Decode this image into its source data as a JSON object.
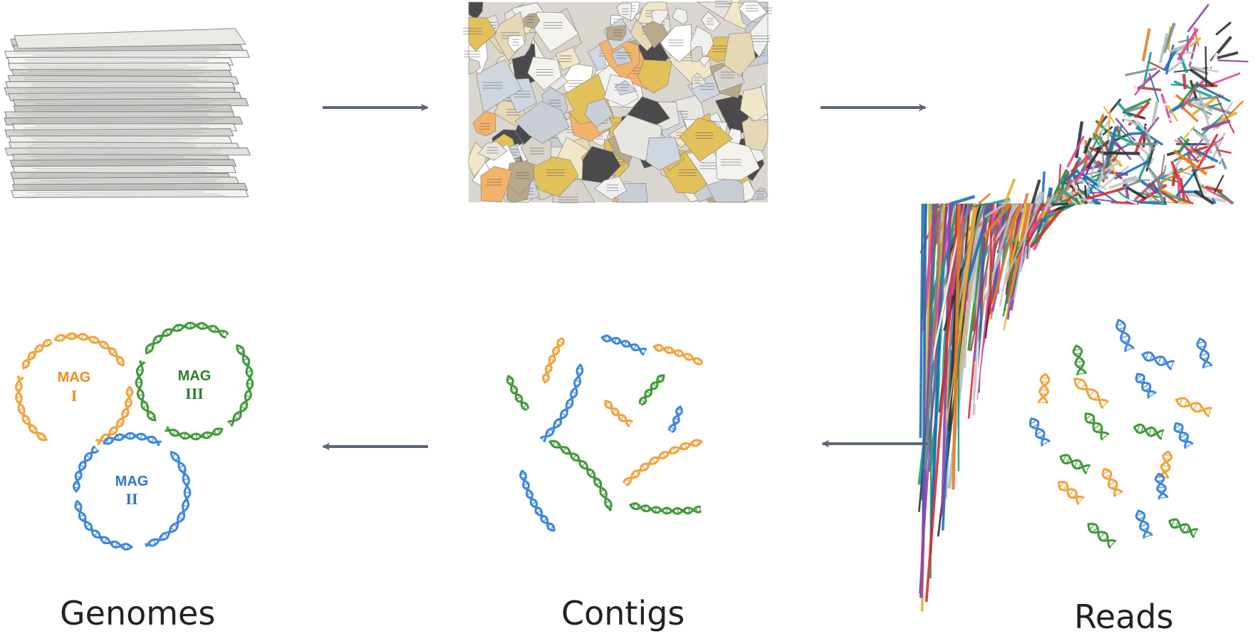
{
  "colors": {
    "orange": "#f2a23a",
    "green": "#3f9a37",
    "blue": "#3b86e0",
    "arrow": "#5b6676",
    "mag_label_orange": "#ef8a1e",
    "mag_label_green": "#2e7d2a",
    "mag_label_blue": "#2f73d6"
  },
  "top_row": {
    "items": [
      {
        "name": "stack-of-newspapers",
        "icon": "newspaper-stack-icon"
      },
      {
        "name": "torn-paper-pieces",
        "icon": "torn-paper-icon"
      },
      {
        "name": "shredded-paper-strips",
        "icon": "shredded-paper-icon"
      }
    ]
  },
  "bottom_row": {
    "genomes_label": "Genomes",
    "contigs_label": "Contigs",
    "reads_label": "Reads",
    "mags": [
      {
        "word": "MAG",
        "numeral": "I",
        "color": "orange"
      },
      {
        "word": "MAG",
        "numeral": "III",
        "color": "green"
      },
      {
        "word": "MAG",
        "numeral": "II",
        "color": "blue"
      }
    ]
  }
}
